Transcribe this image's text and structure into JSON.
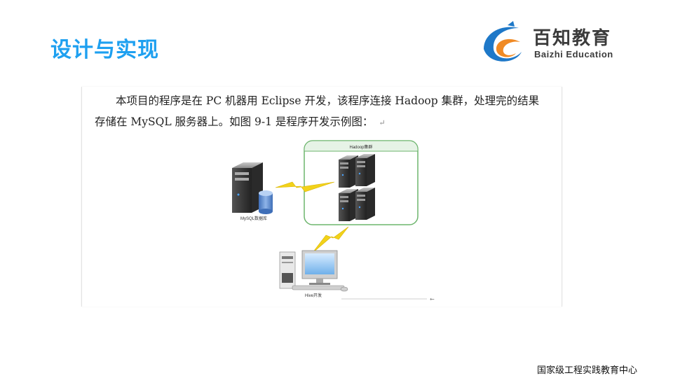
{
  "slide": {
    "title": "设计与实现",
    "footer": "国家级工程实践教育中心"
  },
  "logo": {
    "name_cn": "百知教育",
    "name_en": "Baizhi Education",
    "icon": "baizhi-swirl-icon",
    "colors": {
      "blue": "#1e78c8",
      "orange": "#f08a24"
    }
  },
  "document": {
    "line1": "本项目的程序是在 PC 机器用 Eclipse 开发，该程序连接 Hadoop 集群，处理完的结果",
    "line2": "存储在 MySQL 服务器上。如图 9-1 是程序开发示例图：",
    "para_mark": "↵",
    "end_mark": "←"
  },
  "diagram": {
    "cluster_label": "Hadoop集群",
    "mysql_label": "MySQL数据库",
    "client_label": "Hive开发",
    "icons": [
      "mysql-server-icon",
      "database-cylinder-icon",
      "hadoop-server-icon",
      "desktop-pc-icon",
      "lightning-link-icon"
    ]
  },
  "colors": {
    "title": "#1ea0f0",
    "cluster_border": "#6db56d",
    "cluster_header": "#e6f3e6",
    "lightning": "#f2d21a"
  }
}
